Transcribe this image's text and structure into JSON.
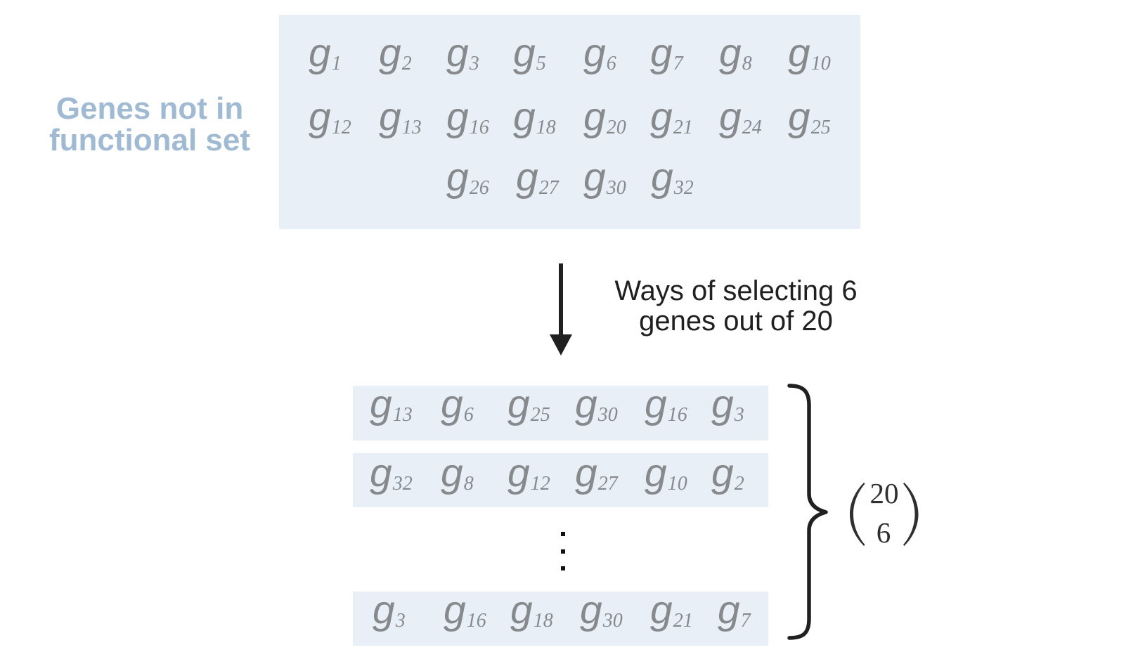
{
  "gene_symbol": "g",
  "pool_label": {
    "lines": [
      "Genes not in",
      "functional set"
    ]
  },
  "gene_pool": {
    "rows": [
      [
        "1",
        "2",
        "3",
        "5",
        "6",
        "7",
        "8",
        "10"
      ],
      [
        "12",
        "13",
        "16",
        "18",
        "20",
        "21",
        "24",
        "25"
      ],
      [
        "26",
        "27",
        "30",
        "32"
      ]
    ]
  },
  "selection_caption": {
    "lines": [
      "Ways of selecting 6",
      "genes out of 20"
    ]
  },
  "selections": {
    "rows": [
      [
        "13",
        "6",
        "25",
        "30",
        "16",
        "3"
      ],
      [
        "32",
        "8",
        "12",
        "27",
        "10",
        "2"
      ],
      [
        "3",
        "16",
        "18",
        "30",
        "21",
        "7"
      ]
    ],
    "ellipsis": "⋮"
  },
  "binomial": {
    "n": "20",
    "k": "6"
  },
  "colors": {
    "pool_background": "#e9eff7",
    "gene_text": "#878a8d",
    "label_text": "#9fbad5",
    "ink": "#202020",
    "math_text": "#2f2f2f"
  }
}
